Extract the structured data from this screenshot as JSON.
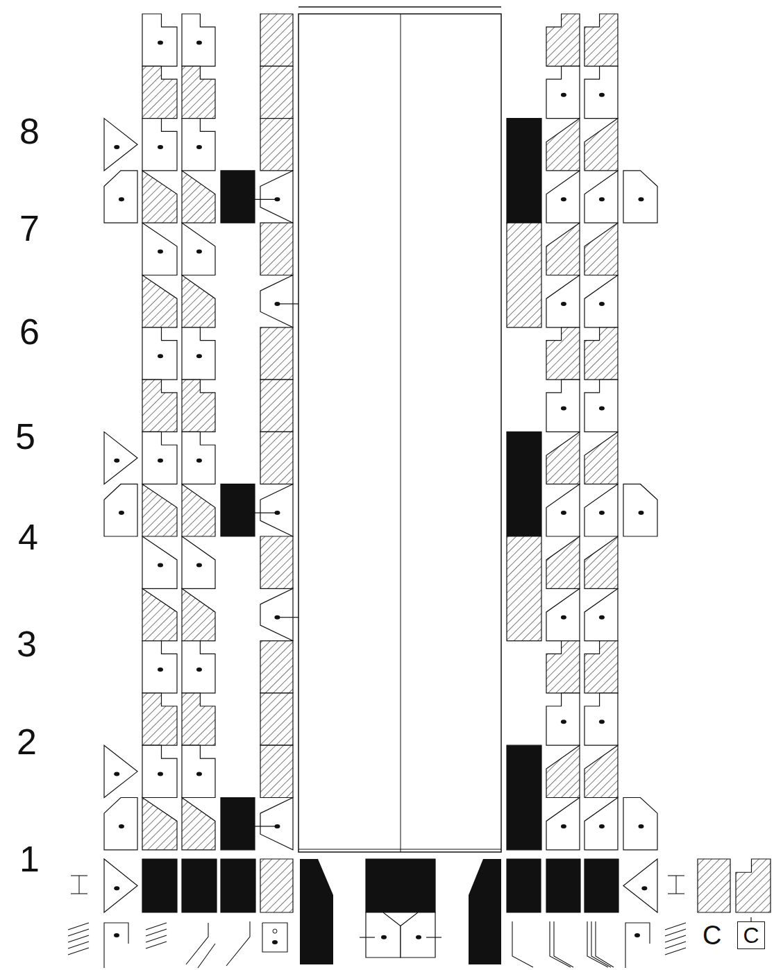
{
  "diagram": {
    "nodes": [
      {
        "text": [
          "C"
        ]
      }
    ],
    "labels": [
      "8",
      "7",
      "6",
      "5",
      "4",
      "3",
      "2",
      "1",
      "C"
    ]
  }
}
